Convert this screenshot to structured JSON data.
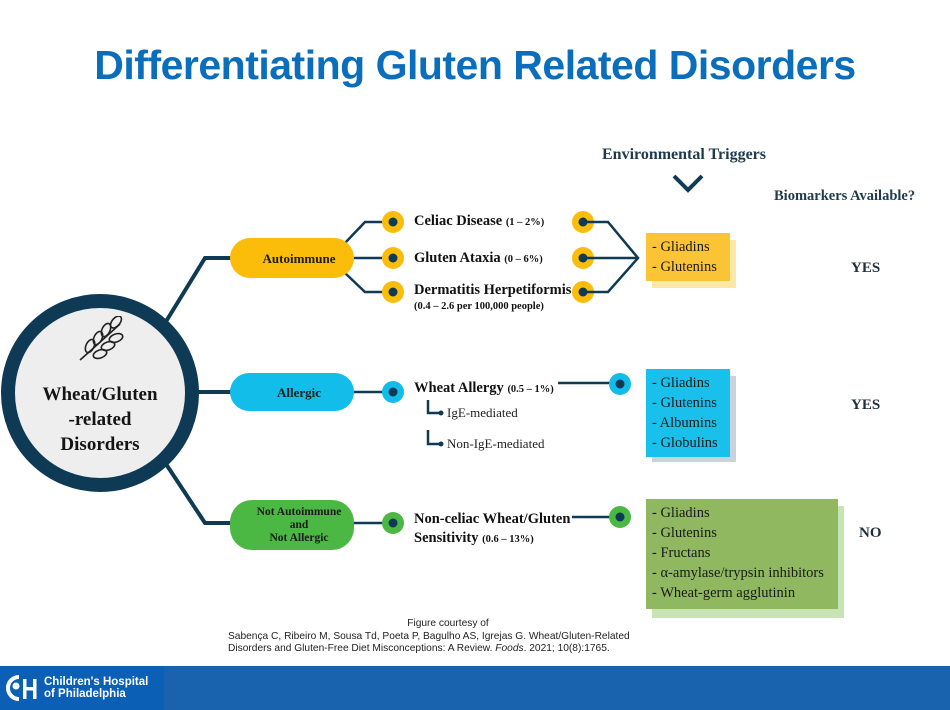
{
  "title": "Differentiating Gluten Related Disorders",
  "center": {
    "icon": "wheat-icon",
    "label_lines": [
      "Wheat/Gluten",
      "-related",
      "Disorders"
    ]
  },
  "headers": {
    "environmental_triggers": "Environmental Triggers",
    "biomarkers": "Biomarkers Available?"
  },
  "categories": [
    {
      "id": "autoimmune",
      "label_lines": [
        "Autoimmune"
      ],
      "color": "#fbbd0a",
      "disorders": [
        {
          "name": "Celiac Disease",
          "prevalence": "(1 – 2%)"
        },
        {
          "name": "Gluten Ataxia",
          "prevalence": "(0 – 6%)"
        },
        {
          "name": "Dermatitis Herpetiformis",
          "prevalence": "(0.4 – 2.6 per 100,000 people)"
        }
      ],
      "triggers": [
        "- Gliadins",
        "- Glutenins"
      ],
      "trigger_box_color": "#fbc436",
      "biomarkers": "YES"
    },
    {
      "id": "allergic",
      "label_lines": [
        "Allergic"
      ],
      "color": "#12bde9",
      "disorders": [
        {
          "name": "Wheat Allergy",
          "prevalence": "(0.5 – 1%)",
          "subtypes": [
            "IgE-mediated",
            "Non-IgE-mediated"
          ]
        }
      ],
      "triggers": [
        "- Gliadins",
        "- Glutenins",
        "- Albumins",
        "- Globulins"
      ],
      "trigger_box_color": "#19c0ec",
      "biomarkers": "YES"
    },
    {
      "id": "not-autoimmune-not-allergic",
      "label_lines": [
        "Not Autoimmune",
        "and",
        "Not Allergic"
      ],
      "color": "#4bb843",
      "disorders": [
        {
          "name_lines": [
            "Non-celiac Wheat/Gluten",
            "Sensitivity"
          ],
          "prevalence": "(0.6 – 13%)"
        }
      ],
      "triggers": [
        "- Gliadins",
        "- Glutenins",
        "- Fructans",
        "- α-amylase/trypsin inhibitors",
        "- Wheat-germ agglutinin"
      ],
      "trigger_box_color": "#8fb860",
      "biomarkers": "NO"
    }
  ],
  "citation": {
    "line1": "Figure courtesy of",
    "line2": "Sabença C, Ribeiro M, Sousa Td, Poeta P, Bagulho AS, Igrejas G. Wheat/Gluten-Related Disorders and Gluten-Free Diet Misconceptions: A Review. ",
    "journal": "Foods",
    "line3": ". 2021; 10(8):1765."
  },
  "footer": {
    "logo_line1": "Children's Hospital",
    "logo_line2": "of Philadelphia"
  },
  "colors": {
    "title": "#0a6ebd",
    "connector": "#0e3a56",
    "footer": "#1862ae"
  }
}
